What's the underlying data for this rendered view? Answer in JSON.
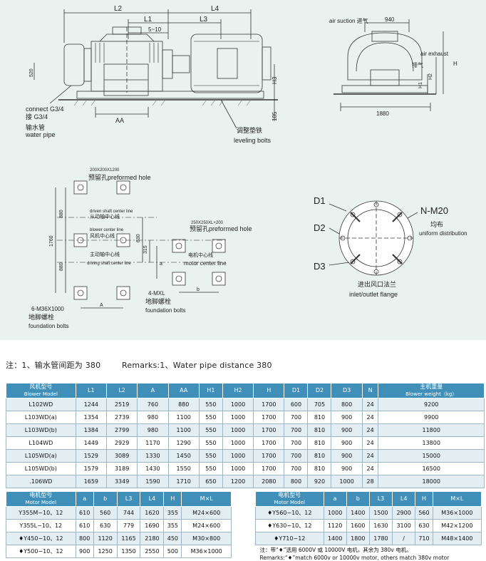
{
  "drawing": {
    "dims": {
      "L2": "L2",
      "L4": "L4",
      "L1": "L1",
      "L3": "L3",
      "s510": "5~10",
      "AA": "AA",
      "d520": "520",
      "H3": "H3",
      "d105": "105",
      "H": "H",
      "H1": "H1",
      "H2": "H2",
      "d940": "940",
      "d1880": "1880"
    },
    "labels": {
      "air_suction": "air suction 进气",
      "air_exhaust": "air exhaust",
      "exhaust_cn": "排气",
      "connect_en": "connect G3/4",
      "connect_cn": "接 G3/4",
      "water_cn": "输水管",
      "water_en": "water pipe",
      "leveling_cn": "调整垫铁",
      "leveling_en": "leveling bolts",
      "hole_size_1": "200X200X1200",
      "preformed_1": "预留孔preformed hole",
      "driven_line": "driven shaft center line",
      "driven_cn": "从动轴中心线",
      "blower_line": "blower center line",
      "blower_cn": "风机中心线",
      "driving_cn": "主动轴中心线",
      "driving_line": "driving shaft center line",
      "hole_size_2": "250X250XL+200",
      "preformed_2": "预留孔preformed hole",
      "motor_cn": "电机中心线",
      "motor_line": "motor center line",
      "mxl": "4-MXL",
      "anchor_cn": "地脚螺栓",
      "anchor_en": "foundation bolts",
      "m36": "6-M36X1000",
      "anchor_cn2": "地脚螺栓",
      "anchor_en2": "foundation bolts",
      "d880a": "880",
      "d1760": "1760",
      "d880b": "880",
      "d630": "630",
      "d315": "315",
      "dA": "A",
      "da": "a",
      "db": "b",
      "D1": "D1",
      "D2": "D2",
      "D3": "D3",
      "NM20": "N-M20",
      "uniform_cn": "均布",
      "uniform_en": "uniform distribution",
      "flange_cn": "进出风口法兰",
      "flange_en": "inlet/outlet flange"
    }
  },
  "remark": {
    "cn": "注：1、输水管间距为 380",
    "en": "Remarks:1、Water pipe distance 380"
  },
  "blower_table": {
    "headers": [
      {
        "cn": "风机型号",
        "en": "Blower Model"
      },
      "L1",
      "L2",
      "A",
      "AA",
      "H1",
      "H2",
      "H",
      "D1",
      "D2",
      "D3",
      "N",
      {
        "cn": "主机重量",
        "en": "Blower weight（kg）"
      }
    ],
    "rows": [
      [
        "L102WD",
        "1244",
        "2519",
        "760",
        "880",
        "550",
        "1000",
        "1700",
        "600",
        "705",
        "800",
        "24",
        "9200"
      ],
      [
        "L103WD(a)",
        "1354",
        "2739",
        "980",
        "1100",
        "550",
        "1000",
        "1700",
        "700",
        "810",
        "900",
        "24",
        "9900"
      ],
      [
        "L103WD(b)",
        "1384",
        "2799",
        "980",
        "1100",
        "550",
        "1000",
        "1700",
        "700",
        "810",
        "900",
        "24",
        "11800"
      ],
      [
        "L104WD",
        "1449",
        "2929",
        "1170",
        "1290",
        "550",
        "1000",
        "1700",
        "700",
        "810",
        "900",
        "24",
        "13800"
      ],
      [
        "L105WD(a)",
        "1529",
        "3089",
        "1330",
        "1450",
        "550",
        "1000",
        "1700",
        "700",
        "810",
        "900",
        "24",
        "15000"
      ],
      [
        "L105WD(b)",
        "1579",
        "3189",
        "1430",
        "1550",
        "550",
        "1000",
        "1700",
        "700",
        "810",
        "900",
        "24",
        "16500"
      ],
      [
        ".106WD",
        "1659",
        "3349",
        "1590",
        "1710",
        "650",
        "1200",
        "2080",
        "800",
        "920",
        "1000",
        "28",
        "18000"
      ]
    ]
  },
  "motor_table_left": {
    "headers": [
      {
        "cn": "电机型号",
        "en": "Motor Model"
      },
      "a",
      "b",
      "L3",
      "L4",
      "H",
      "M×L"
    ],
    "rows": [
      [
        "Y355M−10、12",
        "610",
        "560",
        "744",
        "1620",
        "355",
        "M24×600"
      ],
      [
        "Y355L−10、12",
        "610",
        "630",
        "779",
        "1690",
        "355",
        "M24×600"
      ],
      [
        "♦Y450−10、12",
        "800",
        "1120",
        "1165",
        "2180",
        "450",
        "M30×800"
      ],
      [
        "♦Y500−10、12",
        "900",
        "1250",
        "1350",
        "2550",
        "500",
        "M36×1000"
      ]
    ]
  },
  "motor_table_right": {
    "headers": [
      {
        "cn": "电机型号",
        "en": "Motor Model"
      },
      "a",
      "b",
      "L3",
      "L4",
      "H",
      "M×L"
    ],
    "rows": [
      [
        "♦Y560−10、12",
        "1000",
        "1400",
        "1500",
        "2900",
        "560",
        "M36×1000"
      ],
      [
        "♦Y630−10、12",
        "1120",
        "1600",
        "1630",
        "3100",
        "630",
        "M42×1200"
      ],
      [
        "♦Y710−12",
        "1400",
        "1800",
        "1780",
        "/",
        "710",
        "M48×1400"
      ]
    ],
    "note_cn": "注：带“♦”选用 6000V 或 10000V 电机，其余为 380v 电机。",
    "note_en": "Remarks:“♦”match 6000v or 10000v motor, others match 380v motor"
  }
}
